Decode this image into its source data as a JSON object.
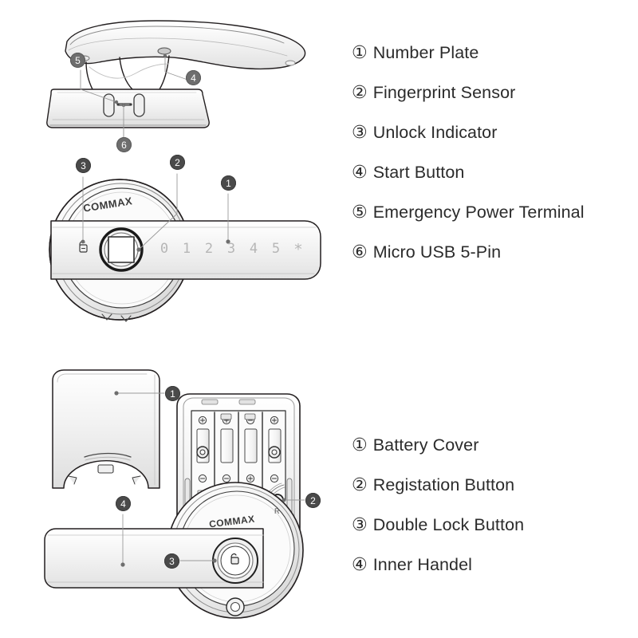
{
  "document": {
    "type": "product-parts-diagram",
    "brand": "COMMAX",
    "background_color": "#ffffff",
    "line_color": "#231f20"
  },
  "front_view": {
    "brand_text": "COMMAX",
    "keypad": {
      "keys": [
        "0",
        "1",
        "2",
        "3",
        "4",
        "5",
        "*"
      ],
      "key_color": "#b6b6b6"
    },
    "unlock_icon_name": "open-padlock-icon",
    "callouts": [
      {
        "number": "❶",
        "digit": "1",
        "target": "number-plate"
      },
      {
        "number": "❷",
        "digit": "2",
        "target": "fingerprint-sensor"
      },
      {
        "number": "❸",
        "digit": "3",
        "target": "unlock-indicator"
      },
      {
        "number": "❹",
        "digit": "4",
        "target": "start-button"
      },
      {
        "number": "❺",
        "digit": "5",
        "target": "emergency-power-terminal"
      },
      {
        "number": "❻",
        "digit": "6",
        "target": "micro-usb-5-pin"
      }
    ]
  },
  "rear_view": {
    "brand_text": "COMMAX",
    "registration_letter": "R",
    "battery_count": 4,
    "callouts": [
      {
        "digit": "1",
        "target": "battery-cover"
      },
      {
        "digit": "2",
        "target": "registration-button"
      },
      {
        "digit": "3",
        "target": "double-lock-button"
      },
      {
        "digit": "4",
        "target": "inner-handle"
      }
    ]
  },
  "legend_front": {
    "items": [
      {
        "marker": "①",
        "label": "Number Plate"
      },
      {
        "marker": "②",
        "label": "Fingerprint Sensor"
      },
      {
        "marker": "③",
        "label": "Unlock Indicator"
      },
      {
        "marker": "④",
        "label": "Start Button"
      },
      {
        "marker": "⑤",
        "label": "Emergency Power Terminal"
      },
      {
        "marker": "⑥",
        "label": "Micro  USB 5-Pin"
      }
    ]
  },
  "legend_rear": {
    "items": [
      {
        "marker": "①",
        "label": "Battery Cover"
      },
      {
        "marker": "②",
        "label": "Registation Button"
      },
      {
        "marker": "③",
        "label": "Double Lock Button"
      },
      {
        "marker": "④",
        "label": "Inner Handel"
      }
    ]
  }
}
